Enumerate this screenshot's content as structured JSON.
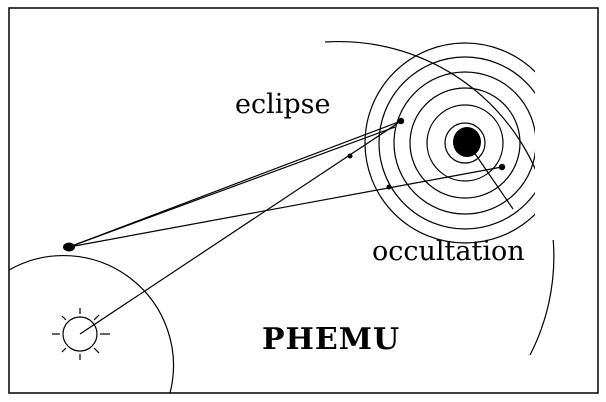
{
  "diagram": {
    "title": "PHEMU",
    "labels": {
      "eclipse": "eclipse",
      "occultation": "occultation"
    },
    "objects": [
      "sun-icon",
      "earth-icon",
      "jupiter-icon",
      "satellite-icon"
    ],
    "colors": {
      "line": "#000000",
      "background": "#ffffff"
    }
  }
}
